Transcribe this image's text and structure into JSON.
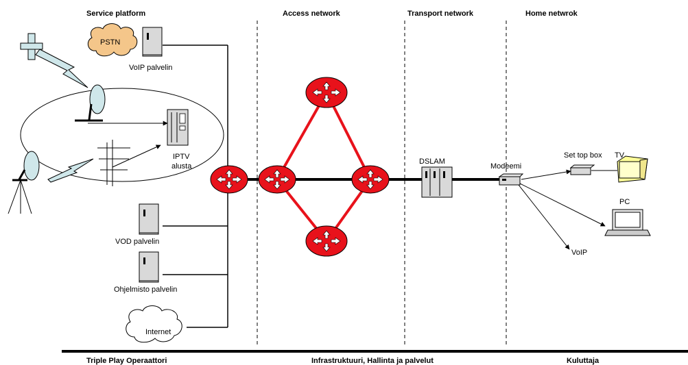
{
  "headers": {
    "service_platform": "Service platform",
    "access_network": "Access network",
    "transport_network": "Transport network",
    "home_network": "Home netwrok"
  },
  "footers": {
    "operator": "Triple Play Operaattori",
    "infrastructure": "Infrastruktuuri, Hallinta ja palvelut",
    "consumer": "Kuluttaja"
  },
  "labels": {
    "pstn": "PSTN",
    "voip_server": "VoIP palvelin",
    "iptv_line1": "IPTV",
    "iptv_line2": "alusta",
    "vod_server": "VOD palvelin",
    "software_server": "Ohjelmisto palvelin",
    "internet": "Internet",
    "dslam": "DSLAM",
    "modem": "Modeemi",
    "set_top_box": "Set top box",
    "tv": "TV",
    "pc": "PC",
    "voip": "VoIP"
  },
  "colors": {
    "router_fill": "#e8121b",
    "ring_line": "#e8121b",
    "server_fill": "#d9d9d9",
    "cloud_fill": "#f4c68a",
    "dish_fill": "#cfe7ea",
    "tv_fill": "#ffff99",
    "link_color": "#000000"
  }
}
